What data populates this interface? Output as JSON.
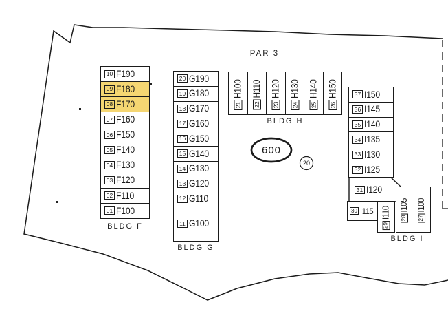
{
  "map": {
    "parcel_label": "PAR 3",
    "oval_badge": "600",
    "circle_badge": "20"
  },
  "colors": {
    "highlight": "#f5d672",
    "line": "#1b1b1b"
  },
  "buildings": {
    "f": {
      "label": "BLDG F",
      "units": [
        {
          "num": "10",
          "name": "F190",
          "highlighted": false
        },
        {
          "num": "09",
          "name": "F180",
          "highlighted": true
        },
        {
          "num": "08",
          "name": "F170",
          "highlighted": true
        },
        {
          "num": "07",
          "name": "F160",
          "highlighted": false
        },
        {
          "num": "06",
          "name": "F150",
          "highlighted": false
        },
        {
          "num": "05",
          "name": "F140",
          "highlighted": false
        },
        {
          "num": "04",
          "name": "F130",
          "highlighted": false
        },
        {
          "num": "03",
          "name": "F120",
          "highlighted": false
        },
        {
          "num": "02",
          "name": "F110",
          "highlighted": false
        },
        {
          "num": "01",
          "name": "F100",
          "highlighted": false
        }
      ]
    },
    "g": {
      "label": "BLDG G",
      "units": [
        {
          "num": "20",
          "name": "G190"
        },
        {
          "num": "19",
          "name": "G180"
        },
        {
          "num": "18",
          "name": "G170"
        },
        {
          "num": "17",
          "name": "G160"
        },
        {
          "num": "16",
          "name": "G150"
        },
        {
          "num": "15",
          "name": "G140"
        },
        {
          "num": "14",
          "name": "G130"
        },
        {
          "num": "13",
          "name": "G120"
        },
        {
          "num": "12",
          "name": "G110"
        },
        {
          "num": "11",
          "name": "G100"
        }
      ]
    },
    "h": {
      "label": "BLDG H",
      "units": [
        {
          "num": "21",
          "name": "H100"
        },
        {
          "num": "22",
          "name": "H110"
        },
        {
          "num": "23",
          "name": "H120"
        },
        {
          "num": "24",
          "name": "H130"
        },
        {
          "num": "25",
          "name": "H140"
        },
        {
          "num": "26",
          "name": "H150"
        }
      ]
    },
    "i": {
      "label": "BLDG I",
      "units_column": [
        {
          "num": "37",
          "name": "I150"
        },
        {
          "num": "36",
          "name": "I145"
        },
        {
          "num": "35",
          "name": "I140"
        },
        {
          "num": "34",
          "name": "I135"
        },
        {
          "num": "33",
          "name": "I130"
        },
        {
          "num": "32",
          "name": "I125"
        }
      ],
      "unit_120": {
        "num": "31",
        "name": "I120"
      },
      "unit_115": {
        "num": "30",
        "name": "I115"
      },
      "units_rotated": [
        {
          "num": "29",
          "name": "I110"
        },
        {
          "num": "28",
          "name": "I105"
        },
        {
          "num": "27",
          "name": "I100"
        }
      ]
    }
  }
}
